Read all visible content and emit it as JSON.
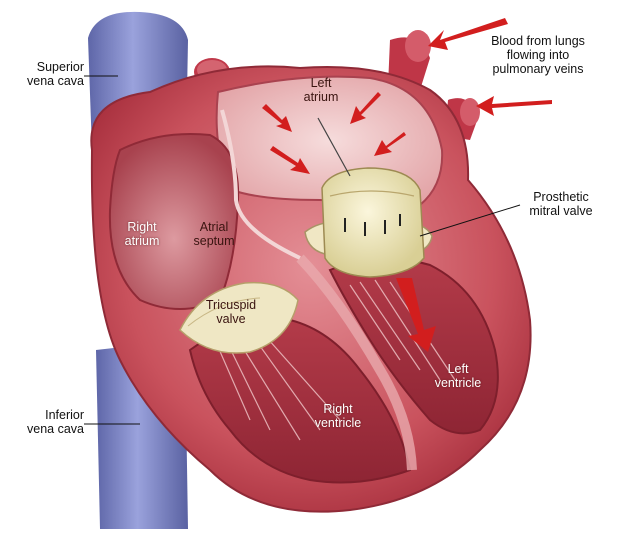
{
  "labels": {
    "superior_vena_cava": "Superior\nvena cava",
    "inferior_vena_cava": "Inferior\nvena cava",
    "blood_from_lungs": "Blood from lungs\nflowing into\npulmonary veins",
    "left_atrium": "Left\natrium",
    "right_atrium": "Right\natrium",
    "atrial_septum": "Atrial\nseptum",
    "prosthetic_mitral_valve": "Prosthetic\nmitral valve",
    "tricuspid_valve": "Tricuspid\nvalve",
    "left_ventricle": "Left\nventricle",
    "right_ventricle": "Right\nventricle"
  },
  "colors": {
    "vena_cava": "#7e86c6",
    "heart_outer": "#c2404f",
    "heart_light": "#e9b3b6",
    "chamber_interior": "#d98a8f",
    "valve_prosthetic": "#efe6b8",
    "arrow": "#d21e1e"
  }
}
